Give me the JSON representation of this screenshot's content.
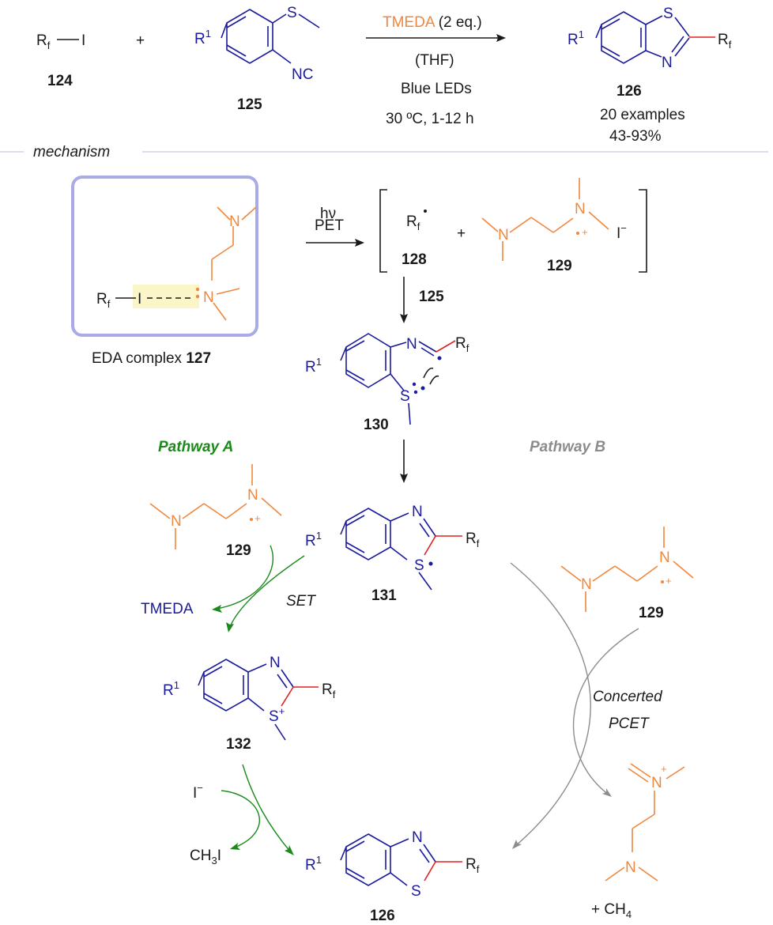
{
  "reaction": {
    "reagent_1": "R",
    "reagent_1_sub": "f",
    "reagent_1_atom": "I",
    "plus": "+",
    "compound_124": "124",
    "compound_125": "125",
    "compound_126": "126",
    "r1_label": "R",
    "r1_sup": "1",
    "atom_S": "S",
    "atom_N": "N",
    "isocyanide": "NC",
    "conditions_reagent": "TMEDA",
    "conditions_eq": " (2 eq.)",
    "conditions_solvent": "(THF)",
    "conditions_light": "Blue LEDs",
    "conditions_temp": "30 ºC, 1-12 h",
    "product_examples": "20 examples",
    "product_yield": "43-93%",
    "rf_label": "R",
    "rf_sub": "f"
  },
  "mechanism": {
    "section_label": "mechanism",
    "eda_label": "EDA complex ",
    "eda_number": "127",
    "hv": "hν",
    "pet": "PET",
    "radical_128": "128",
    "compound_129": "129",
    "iodide": "I",
    "minus": "−",
    "plus_sign": "+",
    "arrow_reagent_125": "125",
    "compound_130": "130",
    "compound_131": "131",
    "compound_132": "132",
    "pathway_a": "Pathway A",
    "pathway_b": "Pathway B",
    "set": "SET",
    "tmeda": "TMEDA",
    "concerted": "Concerted",
    "pcet": "PCET",
    "ch3i_pre": "CH",
    "ch3i_sub": "3",
    "ch3i_post": "I",
    "ch4_pre": "+  CH",
    "ch4_sub": "4"
  },
  "colors": {
    "reagent": "#f0873c",
    "substrate": "#1a1a9c",
    "new_bond": "#e02020",
    "pathway_a": "#1b8a1b",
    "pathway_b": "#8c8c8c",
    "eda_box": "#a9abe6",
    "highlight": "#fbf6c8",
    "divider": "#c8cbe8"
  }
}
